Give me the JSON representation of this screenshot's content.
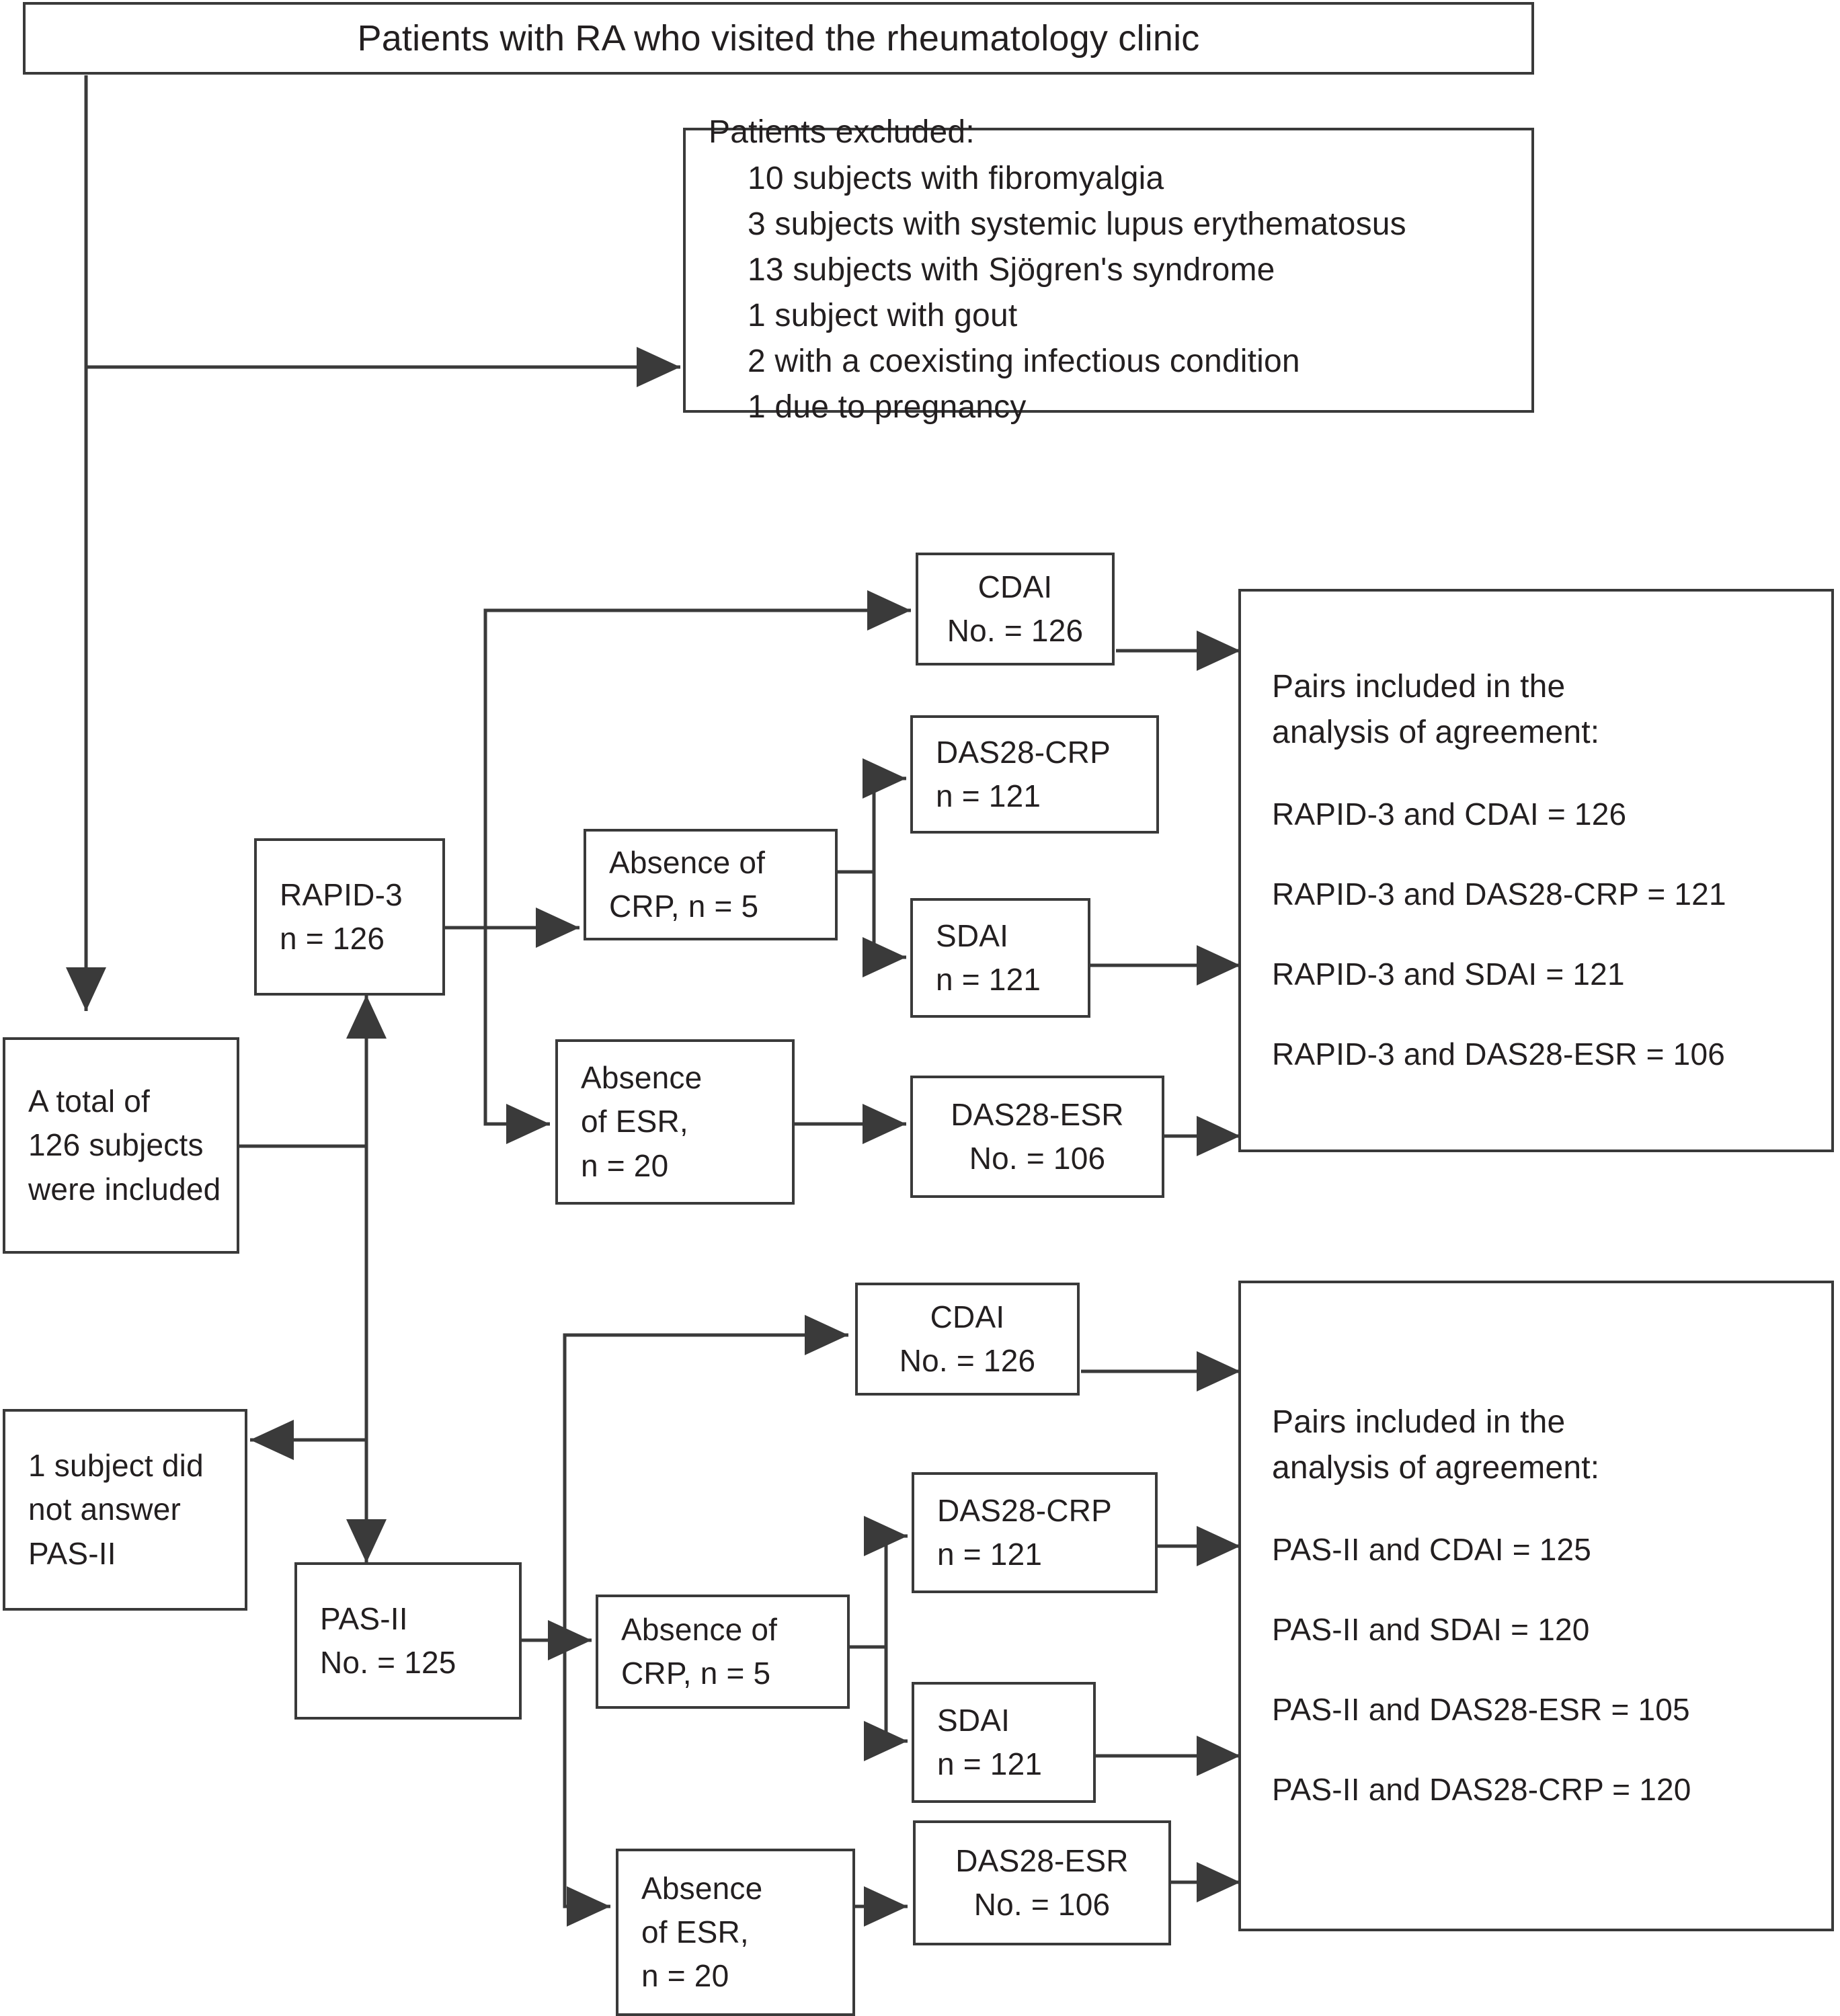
{
  "figure": {
    "type": "flow-diagram",
    "title": "Patients with RA who visited the rheumatology clinic"
  },
  "nodes": {
    "title_box": {
      "text": "Patients with RA who visited the rheumatology clinic"
    },
    "excluded_box": {
      "heading": "Patients excluded:",
      "items": [
        "10 subjects with fibromyalgia",
        "3 subjects with systemic lupus erythematosus",
        "13 subjects with Sjögren's syndrome",
        "1 subject with gout",
        "2 with a coexisting infectious condition",
        "1 due to pregnancy"
      ]
    },
    "total_included": {
      "line1": "A total of",
      "line2": "126 subjects",
      "line3": "were included"
    },
    "not_answer": {
      "line1": "1 subject did",
      "line2": "not answer",
      "line3": "PAS-II"
    },
    "rapid3": {
      "line1": "RAPID-3",
      "line2": "n = 126"
    },
    "pas2": {
      "line1": "PAS-II",
      "line2": "No. = 125"
    },
    "top_cdai": {
      "line1": "CDAI",
      "line2": "No. = 126"
    },
    "top_absence_crp": {
      "line1": "Absence of",
      "line2": "CRP, n = 5"
    },
    "top_das28crp": {
      "line1": "DAS28-CRP",
      "line2": "n = 121"
    },
    "top_sdai": {
      "line1": "SDAI",
      "line2": "n = 121"
    },
    "top_absence_esr": {
      "line1": "Absence",
      "line2": "of ESR,",
      "line3": "n = 20"
    },
    "top_das28esr": {
      "line1": "DAS28-ESR",
      "line2": "No. = 106"
    },
    "bot_cdai": {
      "line1": "CDAI",
      "line2": "No. = 126"
    },
    "bot_absence_crp": {
      "line1": "Absence of",
      "line2": "CRP, n = 5"
    },
    "bot_das28crp": {
      "line1": "DAS28-CRP",
      "line2": "n = 121"
    },
    "bot_sdai": {
      "line1": "SDAI",
      "line2": "n = 121"
    },
    "bot_absence_esr": {
      "line1": "Absence",
      "line2": "of ESR,",
      "line3": "n = 20"
    },
    "bot_das28esr": {
      "line1": "DAS28-ESR",
      "line2": "No. = 106"
    },
    "pairs_top": {
      "heading1": "Pairs included in the",
      "heading2": "analysis of agreement:",
      "rows": [
        "RAPID-3 and CDAI = 126",
        "RAPID-3 and DAS28-CRP = 121",
        "RAPID-3 and SDAI = 121",
        "RAPID-3 and DAS28-ESR = 106"
      ]
    },
    "pairs_bottom": {
      "heading1": "Pairs included in the",
      "heading2": "analysis of agreement:",
      "rows": [
        "PAS-II and CDAI = 125",
        "PAS-II and SDAI = 120",
        "PAS-II and DAS28-ESR = 105",
        "PAS-II and DAS28-CRP = 120"
      ]
    }
  },
  "style": {
    "stroke_color": "#3a3a3a",
    "text_color": "#231f20",
    "background": "#ffffff"
  }
}
